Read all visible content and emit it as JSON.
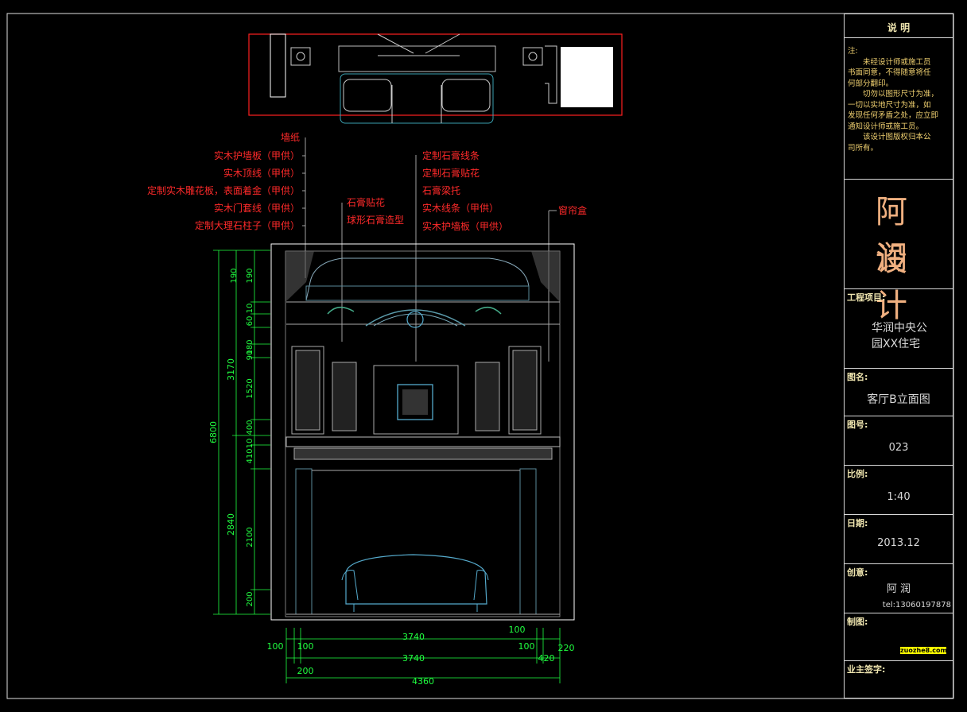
{
  "callouts_left": [
    "墙纸",
    "实木护墙板（甲供）",
    "实木顶线（甲供）",
    "定制实木雕花板，表面着金（甲供）",
    "实木门套线（甲供）",
    "定制大理石柱子（甲供）"
  ],
  "callouts_mid": [
    "石膏贴花",
    "球形石膏造型"
  ],
  "callouts_right": [
    "定制石膏线条",
    "定制石膏贴花",
    "石膏梁托",
    "实木线条（甲供）",
    "实木护墙板（甲供）"
  ],
  "callout_curtain": "窗帘盒",
  "dims_left_outer": [
    "6800"
  ],
  "dims_left_mid": [
    "3170",
    "2840"
  ],
  "dims_left_inner": [
    "190",
    "190",
    "10",
    "60",
    "180",
    "90",
    "1520",
    "400",
    "10",
    "410",
    "2100",
    "200"
  ],
  "dims_bottom": [
    "100",
    "100",
    "3740",
    "100",
    "100",
    "3740",
    "420",
    "220",
    "200",
    "4360"
  ],
  "title_block": {
    "header": "说 明",
    "note_lines": [
      "注:",
      "　　未经设计师或施工员",
      "书面同意，不得随意将任",
      "何部分翻印。",
      "　　切勿以图形尺寸为准，",
      "一切以实地尺寸为准，如",
      "发现任何矛盾之处，应立即",
      "通知设计师或施工员。",
      "　　该设计图版权归本公",
      "司所有。"
    ],
    "brand_line1": "阿 润",
    "brand_line2": "设 计",
    "project_label": "工程项目:",
    "project_value_1": "华润中央公",
    "project_value_2": "园XX住宅",
    "drawing_name_label": "图名:",
    "drawing_name_value": "客厅B立面图",
    "drawing_no_label": "图号:",
    "drawing_no_value": "023",
    "scale_label": "比例:",
    "scale_value": "1:40",
    "date_label": "日期:",
    "date_value": "2013.12",
    "creator_label": "创意:",
    "creator_value": "阿 润",
    "tel_value": "tel:13060197878",
    "drafter_label": "制图:",
    "drafter_value": "zuozhe8.com",
    "owner_sign_label": "业主签字:"
  }
}
